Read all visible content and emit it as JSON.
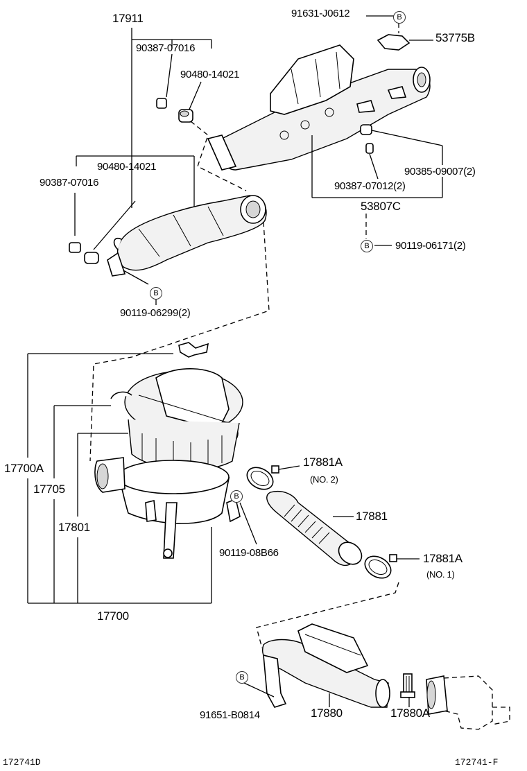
{
  "labels": {
    "p17911": "17911",
    "p90387_07016_top": "90387-07016",
    "p90480_14021_top": "90480-14021",
    "p90480_14021_mid": "90480-14021",
    "p90387_07016_mid": "90387-07016",
    "p90119_06299": "90119-06299(2)",
    "p91631_J0612": "91631-J0612",
    "p53775B": "53775B",
    "p90385_09007": "90385-09007(2)",
    "p90387_07012": "90387-07012(2)",
    "p53807C": "53807C",
    "p90119_06171": "90119-06171(2)",
    "p17700A": "17700A",
    "p17705": "17705",
    "p17801": "17801",
    "p17700": "17700",
    "p90119_08B66": "90119-08B66",
    "p17881A_no2": "17881A",
    "no2": "(NO. 2)",
    "p17881": "17881",
    "p17881A_no1": "17881A",
    "no1": "(NO. 1)",
    "p91651_B0814": "91651-B0814",
    "p17880": "17880",
    "p17880A": "17880A",
    "code_left": "172741D",
    "code_right": "172741-F"
  },
  "bolt_marker": "B",
  "icons": [
    "bolt-marker-icon"
  ]
}
